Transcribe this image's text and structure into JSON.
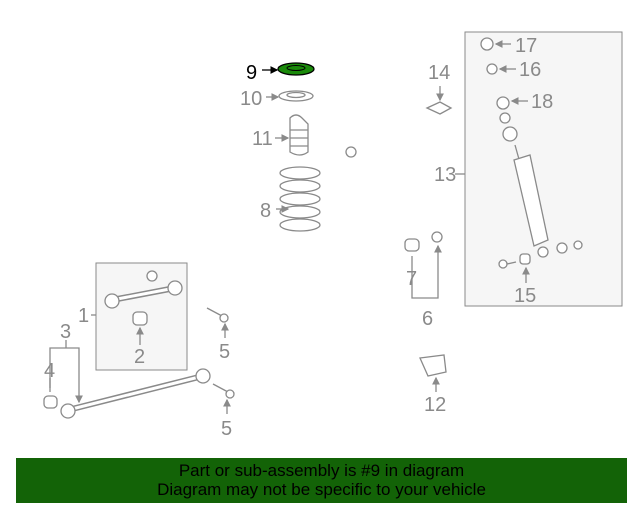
{
  "diagram": {
    "highlight_color": "#1a8a0a",
    "labels": {
      "p1": "1",
      "p2": "2",
      "p3": "3",
      "p4": "4",
      "p5a": "5",
      "p5b": "5",
      "p6": "6",
      "p7": "7",
      "p8": "8",
      "p9": "9",
      "p10": "10",
      "p11": "11",
      "p12": "12",
      "p13": "13",
      "p14": "14",
      "p15": "15",
      "p16": "16",
      "p17": "17",
      "p18": "18"
    }
  },
  "banner": {
    "line1": "Part or sub-assembly is #9 in diagram",
    "line2": "Diagram may not be specific to your vehicle",
    "color": "#136307"
  }
}
